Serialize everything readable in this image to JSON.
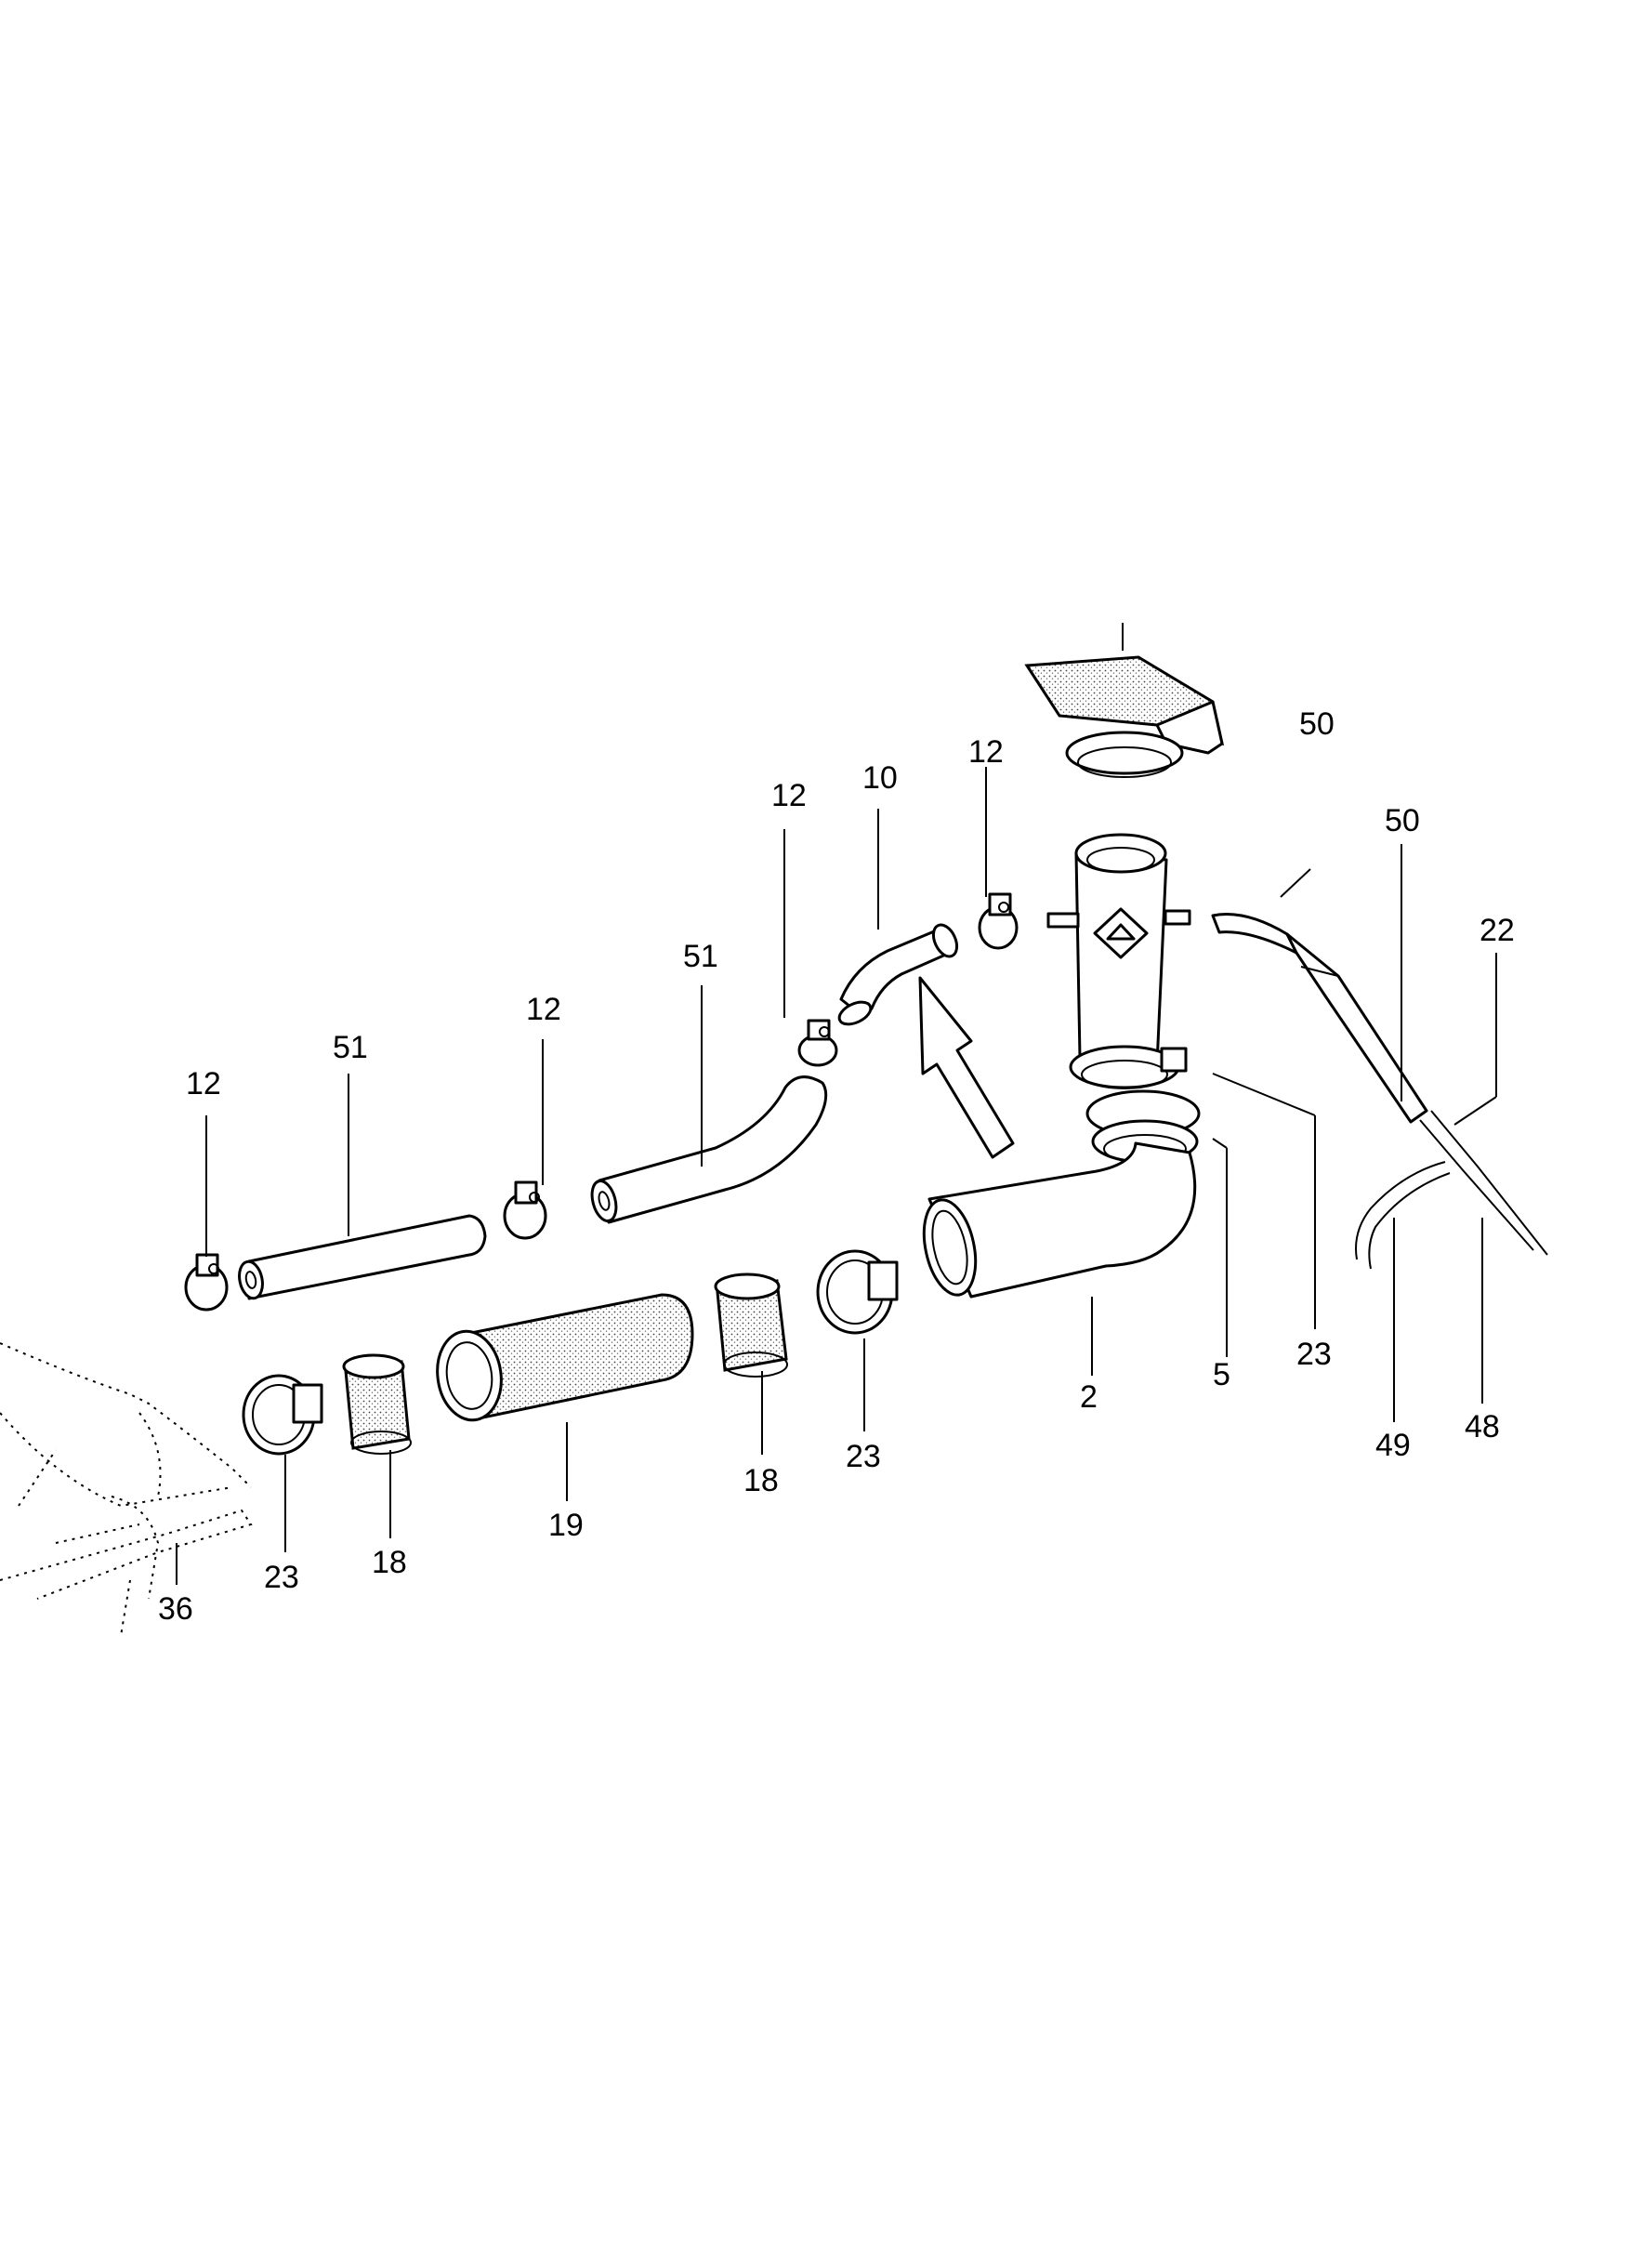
{
  "callouts": {
    "c12a": "12",
    "c51a": "51",
    "c12b": "12",
    "c51b": "51",
    "c12c": "12",
    "c10": "10",
    "c12d": "12",
    "c50a": "50",
    "c50b": "50",
    "c22": "22",
    "c23a": "23",
    "c5": "5",
    "c2": "2",
    "c49": "49",
    "c48": "48",
    "c23b": "23",
    "c18a": "18",
    "c19": "19",
    "c18b": "18",
    "c23c": "23",
    "c36": "36"
  }
}
